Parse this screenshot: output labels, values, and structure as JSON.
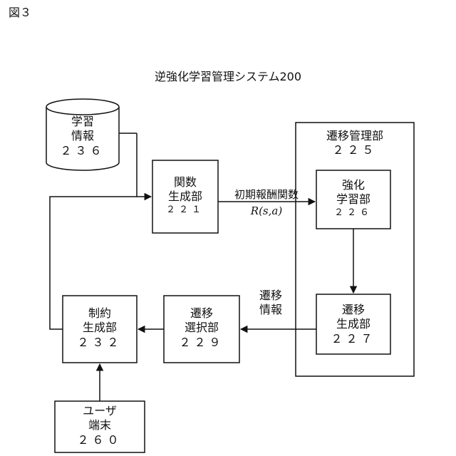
{
  "figure_label": "図３",
  "title": "逆強化学習管理システム200",
  "nodes": {
    "learning_info": {
      "line1": "学習",
      "line2": "情報",
      "num": "２３６"
    },
    "function_gen": {
      "line1": "関数",
      "line2": "生成部",
      "num": "２２１"
    },
    "transition_mgmt": {
      "line1": "遷移管理部",
      "num": "２２５"
    },
    "reinforce_learn": {
      "line1": "強化",
      "line2": "学習部",
      "num": "２２６"
    },
    "transition_gen": {
      "line1": "遷移",
      "line2": "生成部",
      "num": "２２７"
    },
    "transition_select": {
      "line1": "遷移",
      "line2": "選択部",
      "num": "２２９"
    },
    "constraint_gen": {
      "line1": "制約",
      "line2": "生成部",
      "num": "２３２"
    },
    "user_terminal": {
      "line1": "ユーザ",
      "line2": "端末",
      "num": "２６０"
    }
  },
  "edges": {
    "reward_label": "初期報酬関数",
    "reward_formula": "R(s,a)",
    "transition_info_line1": "遷移",
    "transition_info_line2": "情報"
  }
}
